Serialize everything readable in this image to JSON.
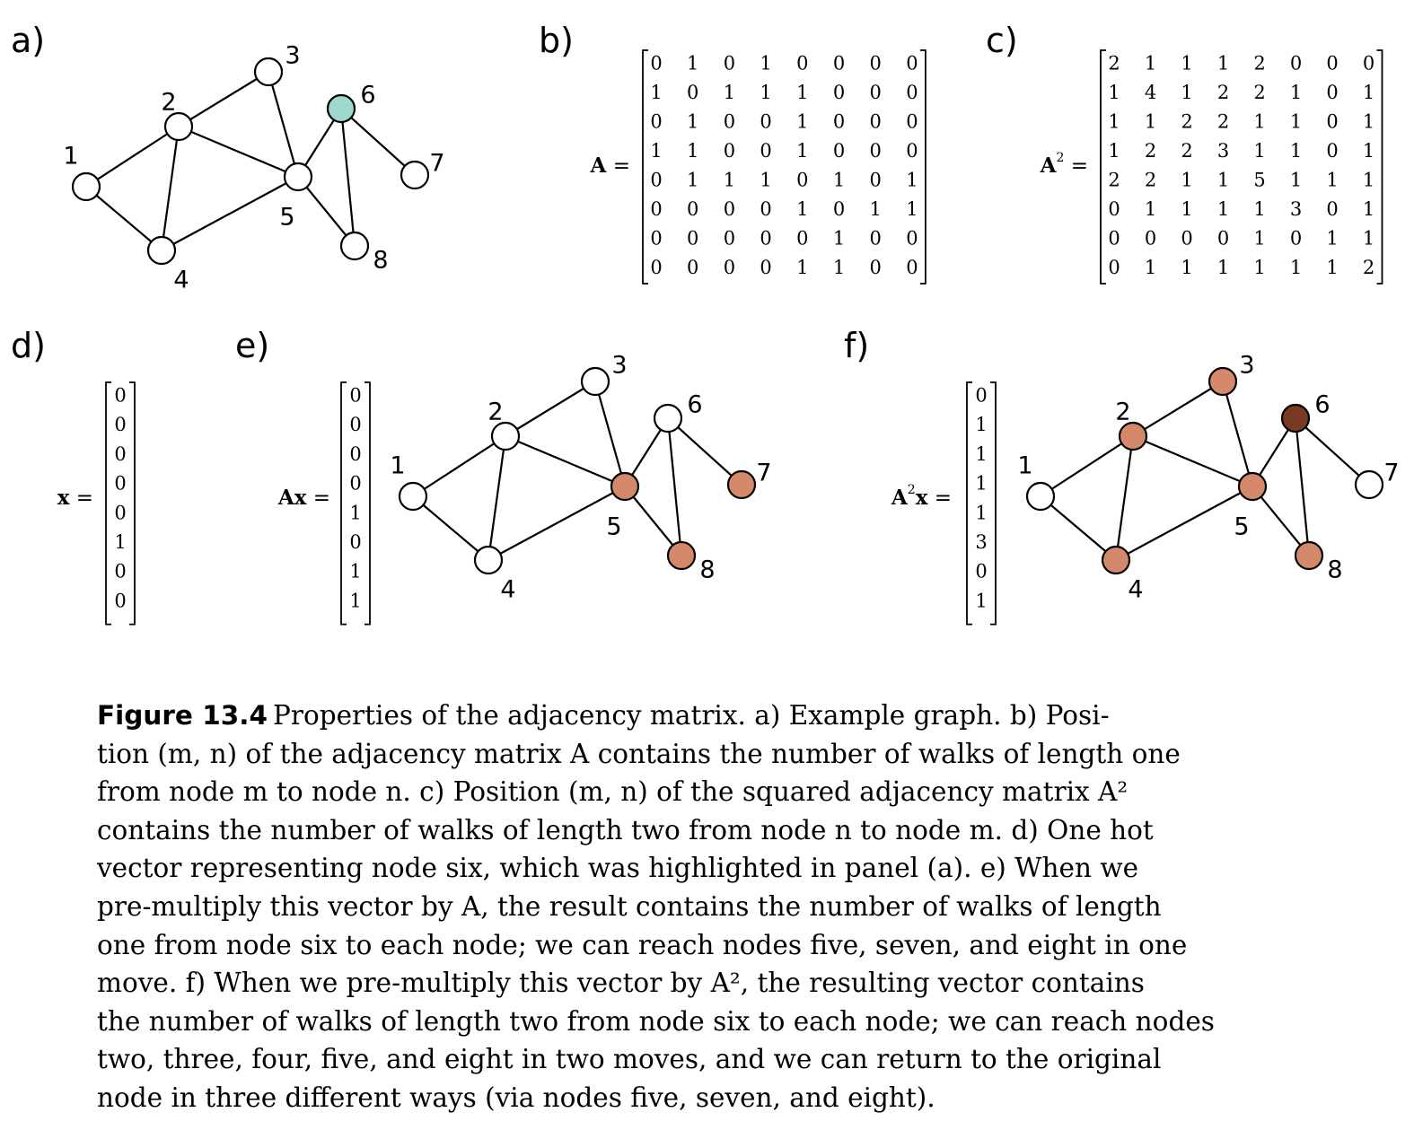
{
  "colors": {
    "node_default": "#ffffff",
    "node_highlight": "#9fd8cc",
    "node_reached": "#d4896a",
    "node_reached_strong": "#7a3a22",
    "edge": "#000000"
  },
  "graph": {
    "node_ids": [
      "1",
      "2",
      "3",
      "4",
      "5",
      "6",
      "7",
      "8"
    ],
    "edges": [
      [
        1,
        2
      ],
      [
        1,
        4
      ],
      [
        2,
        3
      ],
      [
        2,
        4
      ],
      [
        2,
        5
      ],
      [
        3,
        5
      ],
      [
        4,
        5
      ],
      [
        5,
        6
      ],
      [
        5,
        8
      ],
      [
        6,
        7
      ],
      [
        6,
        8
      ]
    ]
  },
  "panels": {
    "a": {
      "label": "a)",
      "highlight_node": 6
    },
    "b": {
      "label": "b)",
      "lhs_symbol": "A",
      "lhs_sup": "",
      "equals": "=",
      "matrix": [
        [
          0,
          1,
          0,
          1,
          0,
          0,
          0,
          0
        ],
        [
          1,
          0,
          1,
          1,
          1,
          0,
          0,
          0
        ],
        [
          0,
          1,
          0,
          0,
          1,
          0,
          0,
          0
        ],
        [
          1,
          1,
          0,
          0,
          1,
          0,
          0,
          0
        ],
        [
          0,
          1,
          1,
          1,
          0,
          1,
          0,
          1
        ],
        [
          0,
          0,
          0,
          0,
          1,
          0,
          1,
          1
        ],
        [
          0,
          0,
          0,
          0,
          0,
          1,
          0,
          0
        ],
        [
          0,
          0,
          0,
          0,
          1,
          1,
          0,
          0
        ]
      ]
    },
    "c": {
      "label": "c)",
      "lhs_symbol": "A",
      "lhs_sup": "2",
      "equals": "=",
      "matrix": [
        [
          2,
          1,
          1,
          1,
          2,
          0,
          0,
          0
        ],
        [
          1,
          4,
          1,
          2,
          2,
          1,
          0,
          1
        ],
        [
          1,
          1,
          2,
          2,
          1,
          1,
          0,
          1
        ],
        [
          1,
          2,
          2,
          3,
          1,
          1,
          0,
          1
        ],
        [
          2,
          2,
          1,
          1,
          5,
          1,
          1,
          1
        ],
        [
          0,
          1,
          1,
          1,
          1,
          3,
          0,
          1
        ],
        [
          0,
          0,
          0,
          0,
          1,
          0,
          1,
          1
        ],
        [
          0,
          1,
          1,
          1,
          1,
          1,
          1,
          2
        ]
      ]
    },
    "d": {
      "label": "d)",
      "lhs_symbol": "x",
      "equals": "=",
      "vector": [
        0,
        0,
        0,
        0,
        0,
        1,
        0,
        0
      ]
    },
    "e": {
      "label": "e)",
      "lhs_symbol": "Ax",
      "equals": "=",
      "vector": [
        0,
        0,
        0,
        0,
        1,
        0,
        1,
        1
      ]
    },
    "f": {
      "label": "f)",
      "lhs_symbol": "A",
      "lhs_sup": "2",
      "lhs_tail": "x",
      "equals": "=",
      "vector": [
        0,
        1,
        1,
        1,
        1,
        3,
        0,
        1
      ]
    }
  },
  "caption": {
    "figure_number": "Figure 13.4",
    "lines": [
      "Properties of the adjacency matrix.  a) Example graph.  b) Posi-",
      "tion (m, n) of the adjacency matrix A contains the number of walks of length one",
      "from node m to node n.  c) Position (m, n) of the squared adjacency matrix A²",
      "contains the number of walks of length two from node n to node m.  d) One hot",
      "vector representing node six, which was highlighted in panel (a).  e) When we",
      "pre-multiply this vector by A, the result contains the number of walks of length",
      "one from node six to each node; we can reach nodes five, seven, and eight in one",
      "move.  f) When we pre-multiply this vector by A², the resulting vector contains",
      "the number of walks of length two from node six to each node; we can reach nodes",
      "two, three, four, five, and eight in two moves, and we can return to the original",
      "node in three different ways (via nodes five, seven, and eight)."
    ]
  }
}
